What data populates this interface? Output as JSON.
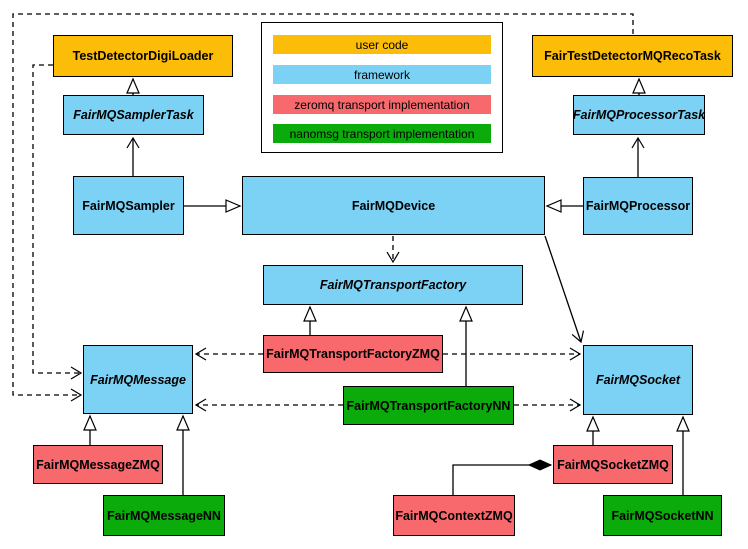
{
  "colors": {
    "user_code": "#FBBD08",
    "framework": "#7CD2F5",
    "zeromq": "#F8696E",
    "nanomsg": "#0BAB0B"
  },
  "legend": {
    "items": [
      {
        "label": "user code",
        "type": "user_code"
      },
      {
        "label": "framework",
        "type": "framework"
      },
      {
        "label": "zeromq transport implementation",
        "type": "zeromq"
      },
      {
        "label": "nanomsg transport implementation",
        "type": "nanomsg"
      }
    ]
  },
  "nodes": [
    {
      "id": "test-detector-digi-loader",
      "label": "TestDetectorDigiLoader",
      "type": "user_code",
      "abstract": false
    },
    {
      "id": "fair-test-detector-mq-reco-task",
      "label": "FairTestDetectorMQRecoTask",
      "type": "user_code",
      "abstract": false
    },
    {
      "id": "fairmq-sampler-task",
      "label": "FairMQSamplerTask",
      "type": "framework",
      "abstract": true
    },
    {
      "id": "fairmq-processor-task",
      "label": "FairMQProcessorTask",
      "type": "framework",
      "abstract": true
    },
    {
      "id": "fairmq-sampler",
      "label": "FairMQSampler",
      "type": "framework",
      "abstract": false
    },
    {
      "id": "fairmq-device",
      "label": "FairMQDevice",
      "type": "framework",
      "abstract": false
    },
    {
      "id": "fairmq-processor",
      "label": "FairMQProcessor",
      "type": "framework",
      "abstract": false
    },
    {
      "id": "fairmq-transport-factory",
      "label": "FairMQTransportFactory",
      "type": "framework",
      "abstract": true
    },
    {
      "id": "fairmq-message",
      "label": "FairMQMessage",
      "type": "framework",
      "abstract": true
    },
    {
      "id": "fairmq-socket",
      "label": "FairMQSocket",
      "type": "framework",
      "abstract": true
    },
    {
      "id": "fairmq-transport-factory-zmq",
      "label": "FairMQTransportFactoryZMQ",
      "type": "zeromq",
      "abstract": false
    },
    {
      "id": "fairmq-transport-factory-nn",
      "label": "FairMQTransportFactoryNN",
      "type": "nanomsg",
      "abstract": false
    },
    {
      "id": "fairmq-message-zmq",
      "label": "FairMQMessageZMQ",
      "type": "zeromq",
      "abstract": false
    },
    {
      "id": "fairmq-message-nn",
      "label": "FairMQMessageNN",
      "type": "nanomsg",
      "abstract": false
    },
    {
      "id": "fairmq-context-zmq",
      "label": "FairMQContextZMQ",
      "type": "zeromq",
      "abstract": false
    },
    {
      "id": "fairmq-socket-zmq",
      "label": "FairMQSocketZMQ",
      "type": "zeromq",
      "abstract": false
    },
    {
      "id": "fairmq-socket-nn",
      "label": "FairMQSocketNN",
      "type": "nanomsg",
      "abstract": false
    }
  ],
  "relationships": [
    {
      "from": "FairMQSamplerTask",
      "to": "TestDetectorDigiLoader",
      "kind": "generalization"
    },
    {
      "from": "FairMQProcessorTask",
      "to": "FairTestDetectorMQRecoTask",
      "kind": "generalization"
    },
    {
      "from": "FairMQSampler",
      "to": "FairMQSamplerTask",
      "kind": "association"
    },
    {
      "from": "FairMQProcessor",
      "to": "FairMQProcessorTask",
      "kind": "association"
    },
    {
      "from": "FairMQSampler",
      "to": "FairMQDevice",
      "kind": "generalization"
    },
    {
      "from": "FairMQProcessor",
      "to": "FairMQDevice",
      "kind": "generalization"
    },
    {
      "from": "FairMQDevice",
      "to": "FairMQTransportFactory",
      "kind": "dependency"
    },
    {
      "from": "FairMQDevice",
      "to": "FairMQSocket",
      "kind": "association"
    },
    {
      "from": "FairMQTransportFactoryZMQ",
      "to": "FairMQTransportFactory",
      "kind": "generalization"
    },
    {
      "from": "FairMQTransportFactoryNN",
      "to": "FairMQTransportFactory",
      "kind": "generalization"
    },
    {
      "from": "FairMQTransportFactoryZMQ",
      "to": "FairMQMessage",
      "kind": "dependency"
    },
    {
      "from": "FairMQTransportFactoryZMQ",
      "to": "FairMQSocket",
      "kind": "dependency"
    },
    {
      "from": "FairMQTransportFactoryNN",
      "to": "FairMQMessage",
      "kind": "dependency"
    },
    {
      "from": "FairMQTransportFactoryNN",
      "to": "FairMQSocket",
      "kind": "dependency"
    },
    {
      "from": "TestDetectorDigiLoader",
      "to": "FairMQMessage",
      "kind": "dependency"
    },
    {
      "from": "FairTestDetectorMQRecoTask",
      "to": "FairMQMessage",
      "kind": "dependency"
    },
    {
      "from": "FairMQMessageZMQ",
      "to": "FairMQMessage",
      "kind": "generalization"
    },
    {
      "from": "FairMQMessageNN",
      "to": "FairMQMessage",
      "kind": "generalization"
    },
    {
      "from": "FairMQSocketZMQ",
      "to": "FairMQSocket",
      "kind": "generalization"
    },
    {
      "from": "FairMQSocketNN",
      "to": "FairMQSocket",
      "kind": "generalization"
    },
    {
      "from": "FairMQContextZMQ",
      "to": "FairMQSocketZMQ",
      "kind": "composition"
    }
  ]
}
